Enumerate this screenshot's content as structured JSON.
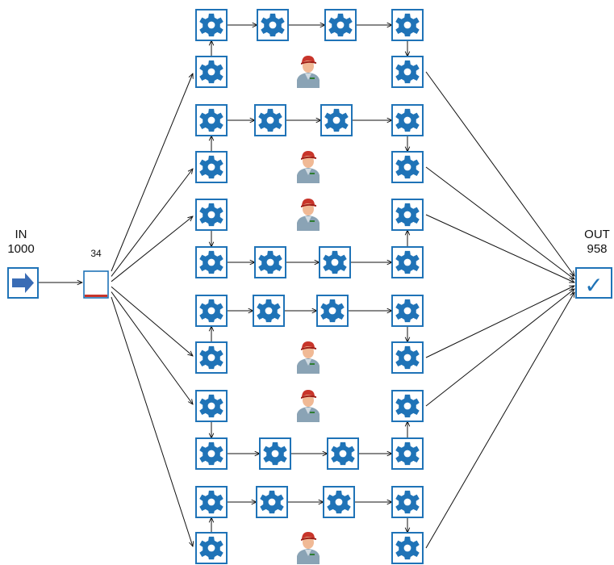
{
  "input": {
    "label": "IN",
    "count": "1000"
  },
  "output": {
    "label": "OUT",
    "count": "958"
  },
  "buffer": {
    "count": "34"
  },
  "colors": {
    "accent": "#1f73b7",
    "stroke": "#111111",
    "worker_shirt": "#8aa3b5",
    "worker_cap": "#c8352b"
  },
  "icons": {
    "machine": "gear-icon",
    "input": "arrow-right-icon",
    "output": "check-icon",
    "buffer": "buffer-icon",
    "operator": "worker-icon"
  }
}
